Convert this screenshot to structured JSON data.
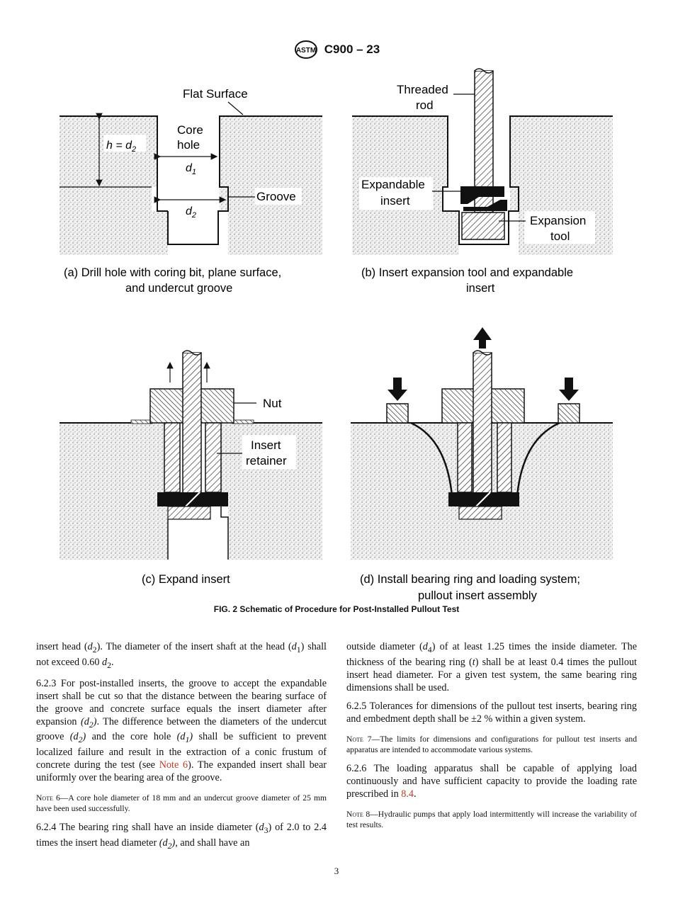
{
  "header": {
    "standard": "C900 – 23",
    "logo_icon": "astm-logo-icon"
  },
  "figure": {
    "panel_a": {
      "flat_surface": "Flat Surface",
      "core": "Core",
      "hole": "hole",
      "h_eq": "h = d",
      "h_sub": "2",
      "d1": "d",
      "d1_sub": "1",
      "d2": "d",
      "d2_sub": "2",
      "groove": "Groove",
      "caption_l1": "(a) Drill hole with coring bit, plane surface,",
      "caption_l2": "and undercut groove"
    },
    "panel_b": {
      "threaded": "Threaded",
      "rod": "rod",
      "expandable": "Expandable",
      "insert": "insert",
      "expansion": "Expansion",
      "tool": "tool",
      "caption_l1": "(b) Insert expansion tool and expandable",
      "caption_l2": "insert"
    },
    "panel_c": {
      "nut": "Nut",
      "insert": "Insert",
      "retainer": "retainer",
      "caption": "(c) Expand insert"
    },
    "panel_d": {
      "caption_l1": "(d) Install bearing ring and loading system;",
      "caption_l2": "pullout insert assembly"
    },
    "caption": "FIG. 2 Schematic of Procedure for Post-Installed Pullout Test"
  },
  "text": {
    "left": {
      "p1_a": "insert head (",
      "p1_b": "). The diameter of the insert shaft at the head (",
      "p1_c": ") shall not exceed 0.60 ",
      "p1_d": ".",
      "p2_a": "6.2.3 For post-installed inserts, the groove to accept the expandable insert shall be cut so that the distance between the bearing surface of the groove and concrete surface equals the insert diameter after expansion ",
      "p2_b": ". The difference between the diameters of the undercut groove ",
      "p2_c": " and the core hole ",
      "p2_d": " shall be sufficient to prevent localized failure and result in the extraction of a conic frustum of concrete during the test (see ",
      "p2_link": "Note 6",
      "p2_e": "). The expanded insert shall bear uniformly over the bearing area of the groove.",
      "note6_label": "Note 6",
      "note6_text": "—A core hole diameter of 18 mm and an undercut groove diameter of 25 mm have been used successfully.",
      "p3_a": "6.2.4 The bearing ring shall have an inside diameter (",
      "p3_b": ") of 2.0 to 2.4 times the insert head diameter ",
      "p3_c": ", and shall have an"
    },
    "right": {
      "p1_a": "outside diameter (",
      "p1_b": ") of at least 1.25 times the inside diameter. The thickness of the bearing ring (",
      "p1_t": "t",
      "p1_c": ") shall be at least 0.4 times the pullout insert head diameter. For a given test system, the same bearing ring dimensions shall be used.",
      "p2": "6.2.5 Tolerances for dimensions of the pullout test inserts, bearing ring and embedment depth shall be ±2 % within a given system.",
      "note7_label": "Note 7",
      "note7_text": "—The limits for dimensions and configurations for pullout test inserts and apparatus are intended to accommodate various systems.",
      "p3_a": "6.2.6 The loading apparatus shall be capable of applying load continuously and have sufficient capacity to provide the loading rate prescribed in ",
      "p3_link": "8.4",
      "p3_b": ".",
      "note8_label": "Note 8",
      "note8_text": "—Hydraulic pumps that apply load intermittently will increase the variability of test results."
    },
    "d": "d",
    "sub1": "1",
    "sub2": "2",
    "sub3": "3",
    "sub4": "4"
  },
  "page_number": "3"
}
